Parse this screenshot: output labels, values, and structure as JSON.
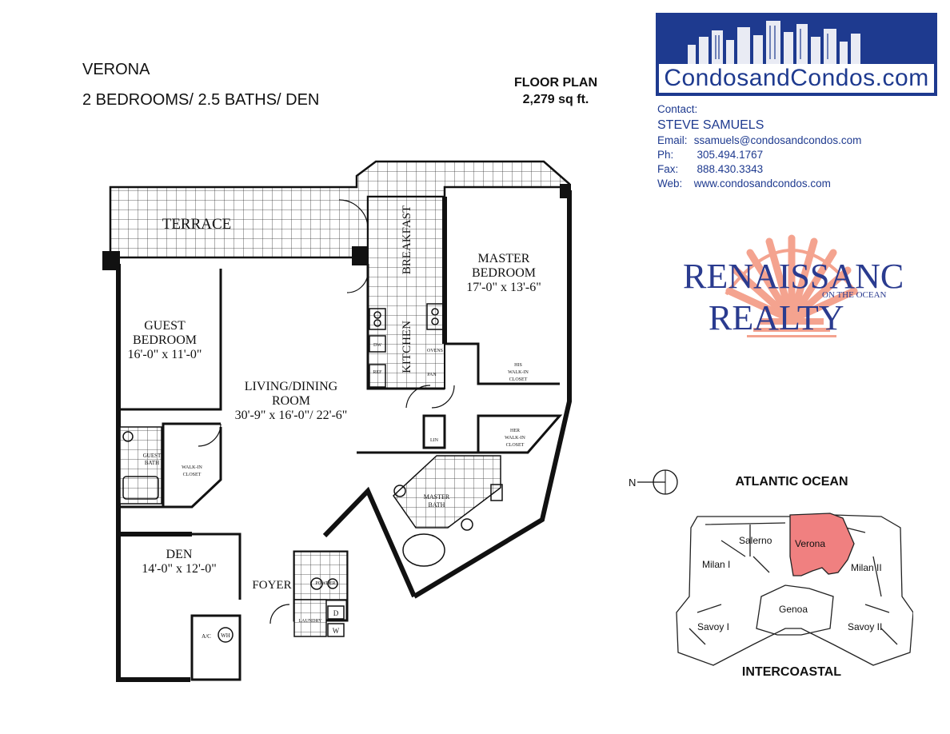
{
  "header": {
    "unit_name": "VERONA",
    "unit_description": "2 BEDROOMS/ 2.5 BATHS/ DEN",
    "floor_plan_label": "FLOOR PLAN",
    "floor_plan_area": "2,279 sq ft."
  },
  "brand": {
    "site_name": "CondosandCondos.com",
    "banner_color": "#1e3a8f"
  },
  "contact": {
    "heading": "Contact:",
    "name": "STEVE SAMUELS",
    "email_label": "Email:",
    "email": "ssamuels@condosandcondos.com",
    "phone_label": "Ph:",
    "phone": "305.494.1767",
    "fax_label": "Fax:",
    "fax": "888.430.3343",
    "web_label": "Web:",
    "web": "www.condosandcondos.com"
  },
  "realty_logo": {
    "line1": "RENAISSANCE",
    "line2": "REALTY",
    "tagline": "ON THE OCEAN",
    "shell_color": "#f4a38f",
    "text_color": "#2a3b8f"
  },
  "orientation": {
    "north_label": "N"
  },
  "site_plan": {
    "top_label": "ATLANTIC OCEAN",
    "bottom_label": "INTERCOASTAL",
    "highlight_color": "#f08080",
    "units": {
      "salerno": "Salerno",
      "verona": "Verona",
      "milan1": "Milan I",
      "milan2": "Milan II",
      "genoa": "Genoa",
      "savoy1": "Savoy I",
      "savoy2": "Savoy II"
    }
  },
  "floor_plan": {
    "terrace": "TERRACE",
    "kitchen": "KITCHEN",
    "breakfast": "BREAKFAST",
    "master_bedroom": {
      "name1": "MASTER",
      "name2": "BEDROOM",
      "dims": "17'-0\" x 13'-6\""
    },
    "guest_bedroom": {
      "name1": "GUEST",
      "name2": "BEDROOM",
      "dims": "16'-0\" x 11'-0\""
    },
    "living_dining": {
      "name1": "LIVING/DINING",
      "name2": "ROOM",
      "dims": "30'-9\" x 16'-0\"/ 22'-6\""
    },
    "den": {
      "name": "DEN",
      "dims": "14'-0\" x 12'-0\""
    },
    "foyer": "FOYER",
    "his_closet": [
      "HIS",
      "WALK-IN",
      "CLOSET"
    ],
    "her_closet": [
      "HER",
      "WALK-IN",
      "CLOSET"
    ],
    "master_bath": [
      "MASTER",
      "BATH"
    ],
    "guest_bath": [
      "GUEST",
      "BATH"
    ],
    "guest_closet": [
      "WALK-IN",
      "CLOSET"
    ],
    "powder": "POWDER",
    "laundry": "LAUNDRY",
    "washer": "W",
    "dryer": "D",
    "lin": "LIN",
    "ovens": "OVENS",
    "pan": "PAN",
    "ref": "REF",
    "dw": "DW",
    "ac": "A/C",
    "wh": "WH"
  }
}
